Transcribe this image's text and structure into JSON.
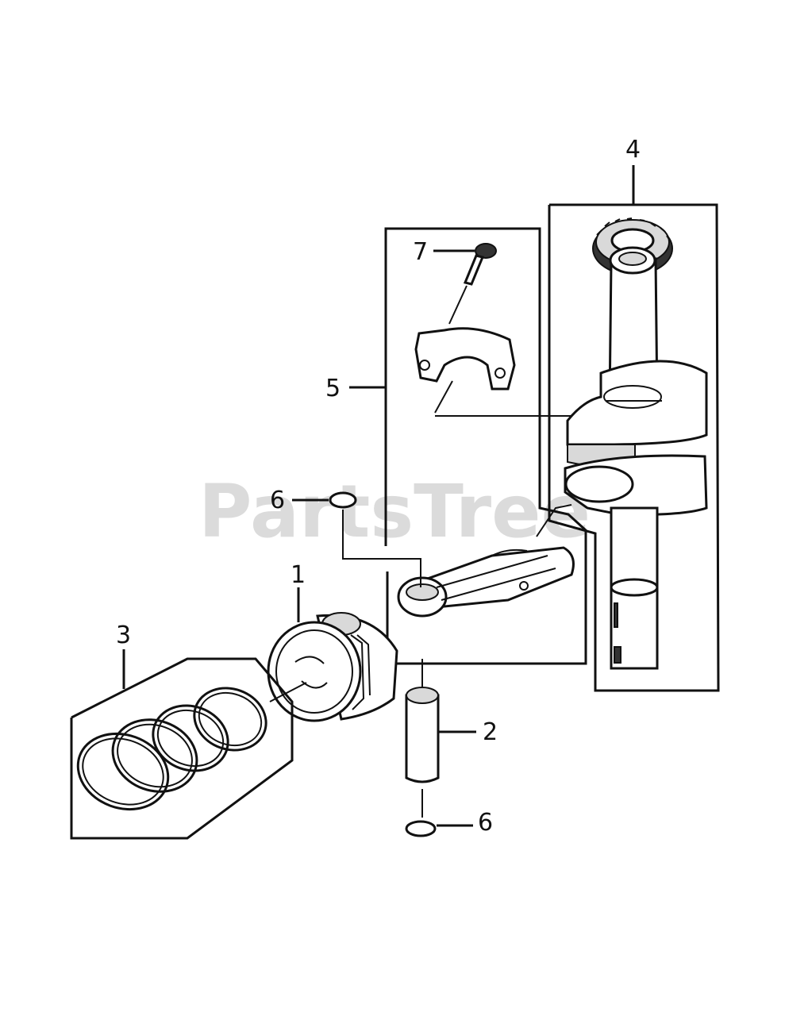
{
  "watermark": "PartsTree",
  "callouts": {
    "piston": "1",
    "piston_pin": "2",
    "piston_rings": "3",
    "crankshaft": "4",
    "connecting_rod": "5",
    "clip_upper": "6",
    "clip_lower": "6",
    "rod_bolt": "7"
  }
}
